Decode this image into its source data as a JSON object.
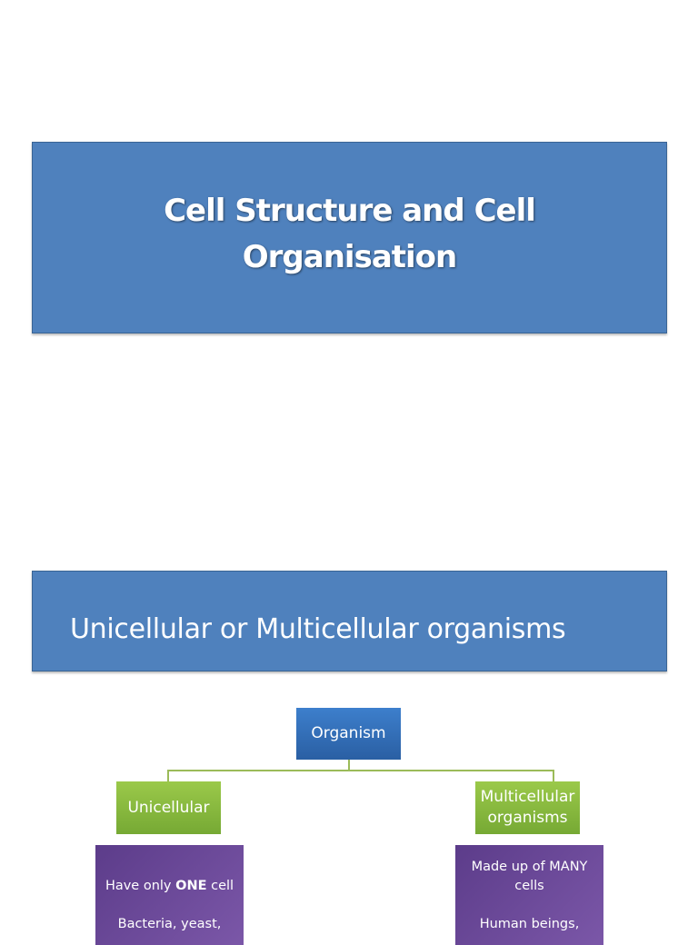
{
  "slide1": {
    "title_line1": "Cell Structure and Cell",
    "title_line2": "Organisation"
  },
  "slide2": {
    "title": "Unicellular or Multicellular organisms",
    "diagram": {
      "root": "Organism",
      "left": {
        "label": "Unicellular",
        "desc_prefix": "Have only ",
        "desc_bold": "ONE",
        "desc_suffix": " cell",
        "examples": "Bacteria, yeast,"
      },
      "right": {
        "label_line1": "Multicellular",
        "label_line2": "organisms",
        "desc_line1": "Made up of MANY",
        "desc_line2": "cells",
        "examples": "Human beings,"
      }
    }
  },
  "colors": {
    "title_box": "#4f81bd",
    "root": "#2f6bb5",
    "green": "#8dbb42",
    "purple": "#6a4a9a"
  }
}
